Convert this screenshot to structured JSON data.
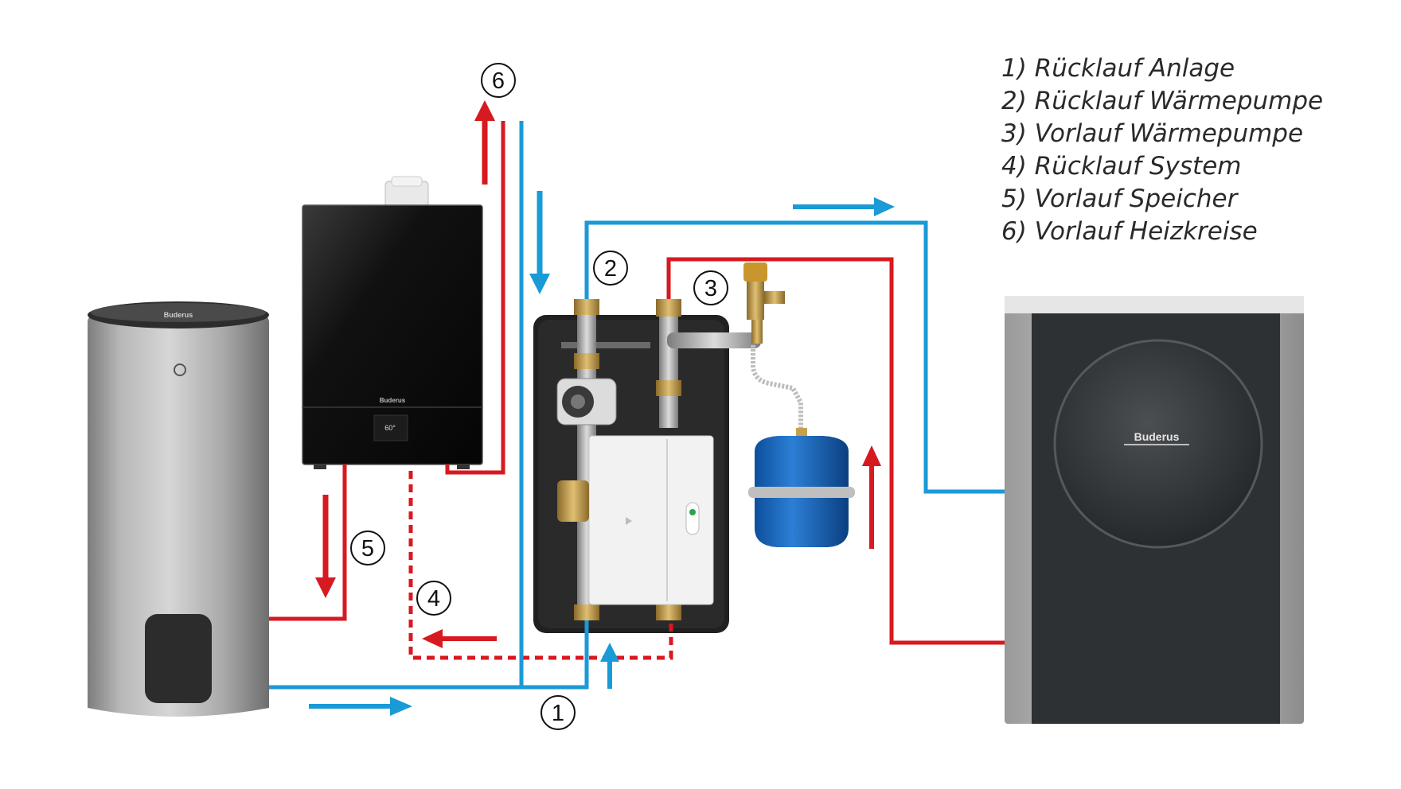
{
  "legend": [
    "1) Rücklauf Anlage",
    "2) Rücklauf Wärmepumpe",
    "3) Vorlauf Wärmepumpe",
    "4) Rücklauf System",
    "5) Vorlauf Speicher",
    "6) Vorlauf Heizkreise"
  ],
  "markers": {
    "m1": "1",
    "m2": "2",
    "m3": "3",
    "m4": "4",
    "m5": "5",
    "m6": "6"
  },
  "brand": {
    "storage": "Buderus",
    "boiler": "Buderus",
    "heat_pump": "Buderus"
  },
  "boiler_display": {
    "temperature": "60°"
  },
  "colors": {
    "supply_red": "#d71920",
    "return_blue": "#1a9ad6",
    "marker_stroke": "#111111"
  },
  "icons": {
    "arrow": "flow-arrow-icon",
    "pump": "circulation-pump-icon",
    "expansion_vessel": "expansion-vessel-icon"
  }
}
